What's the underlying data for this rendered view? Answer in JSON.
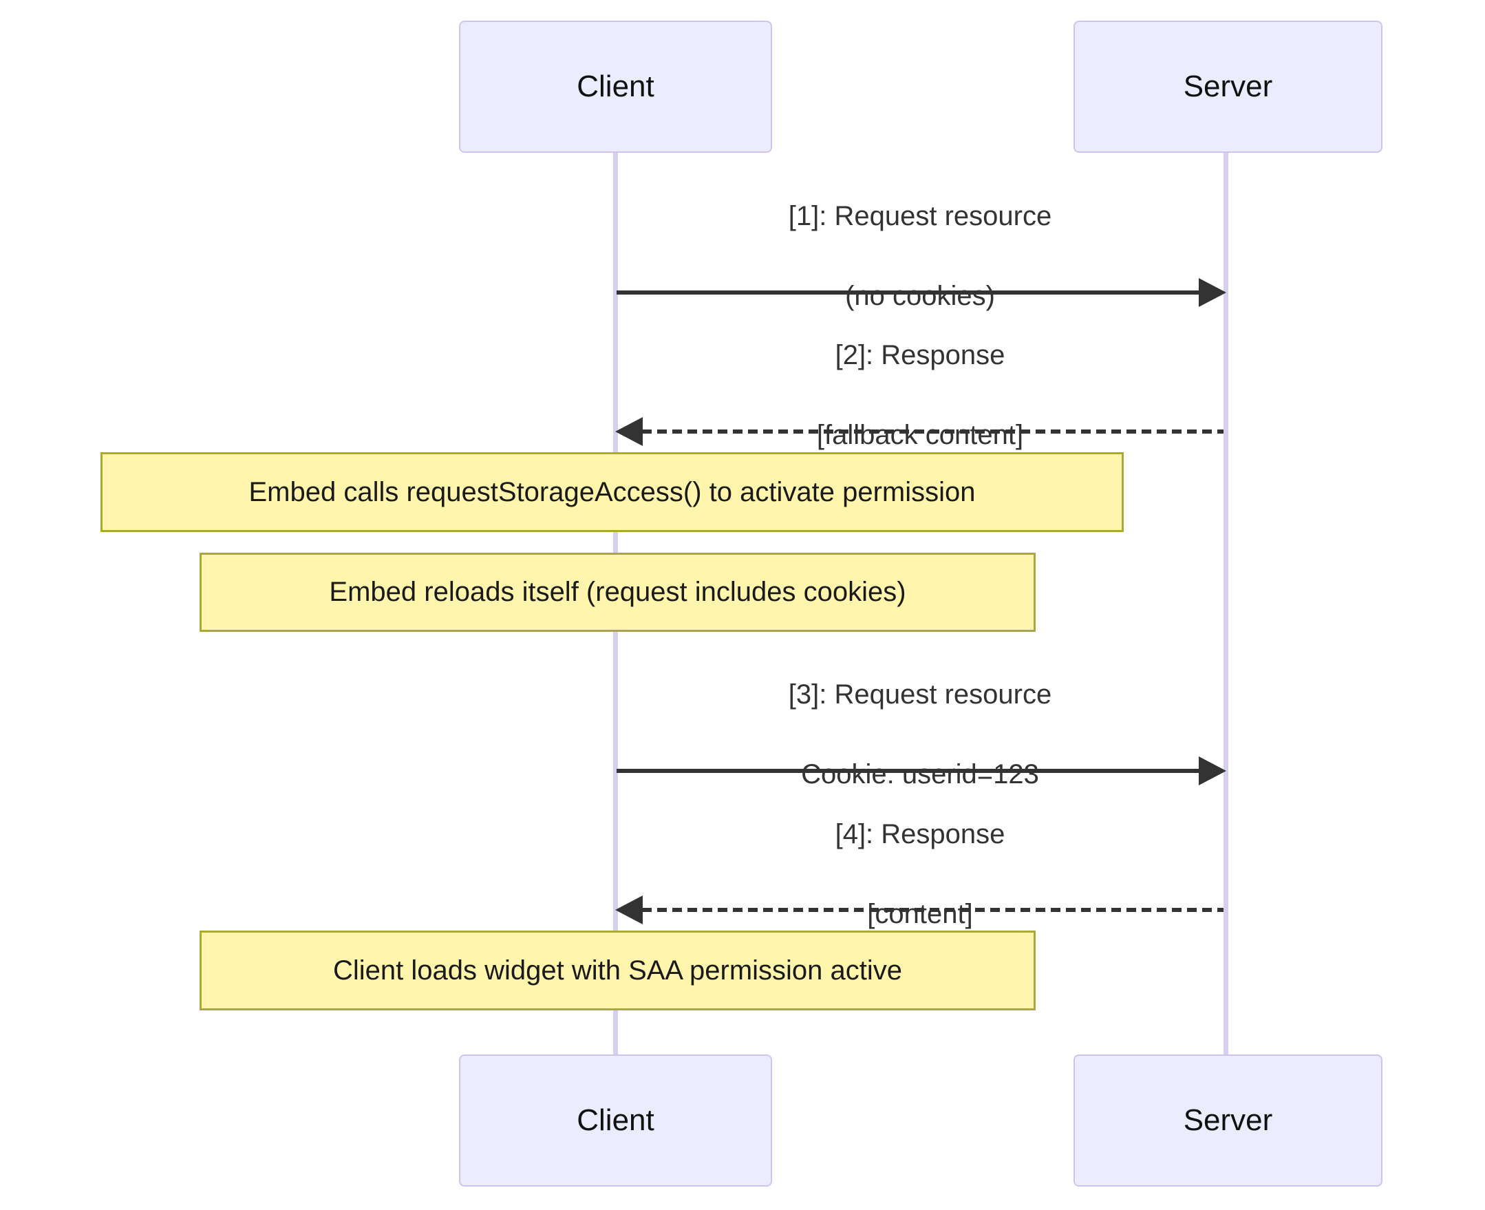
{
  "diagram_type": "sequence-diagram",
  "actors": {
    "client": "Client",
    "server": "Server"
  },
  "messages": [
    {
      "line1": "[1]: Request resource",
      "line2": "(no cookies)",
      "style": "solid",
      "from": "Client",
      "to": "Server",
      "direction": "right"
    },
    {
      "line1": "[2]: Response",
      "line2": "[fallback content]",
      "style": "dashed",
      "from": "Server",
      "to": "Client",
      "direction": "left"
    },
    {
      "line1": "[3]: Request resource",
      "line2": "Cookie: userid=123",
      "style": "solid",
      "from": "Client",
      "to": "Server",
      "direction": "right"
    },
    {
      "line1": "[4]: Response",
      "line2": "[content]",
      "style": "dashed",
      "from": "Server",
      "to": "Client",
      "direction": "left"
    }
  ],
  "notes": [
    {
      "text": "Embed calls requestStorageAccess() to activate permission"
    },
    {
      "text": "Embed reloads itself (request includes cookies)"
    },
    {
      "text": "Client loads widget with SAA permission active"
    }
  ],
  "colors": {
    "background": "#FFFFFF",
    "actor_fill": "#ECECFF",
    "actor_border": "#CFC4EC",
    "lifeline": "#D8CEEE",
    "note_fill": "#FFF5AD",
    "note_border": "#AAAA33",
    "arrow_and_text": "#333333"
  }
}
